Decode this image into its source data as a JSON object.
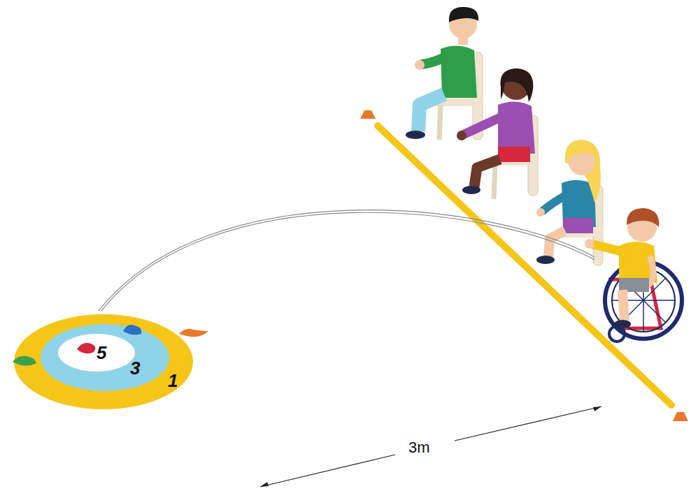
{
  "diagram": {
    "nodes": [
      {
        "text": [
          "1"
        ]
      },
      {
        "text": [
          "3"
        ],
        "in": 0
      },
      {
        "text": [
          "5"
        ],
        "in": 1
      }
    ],
    "labels": [
      "3m"
    ]
  }
}
